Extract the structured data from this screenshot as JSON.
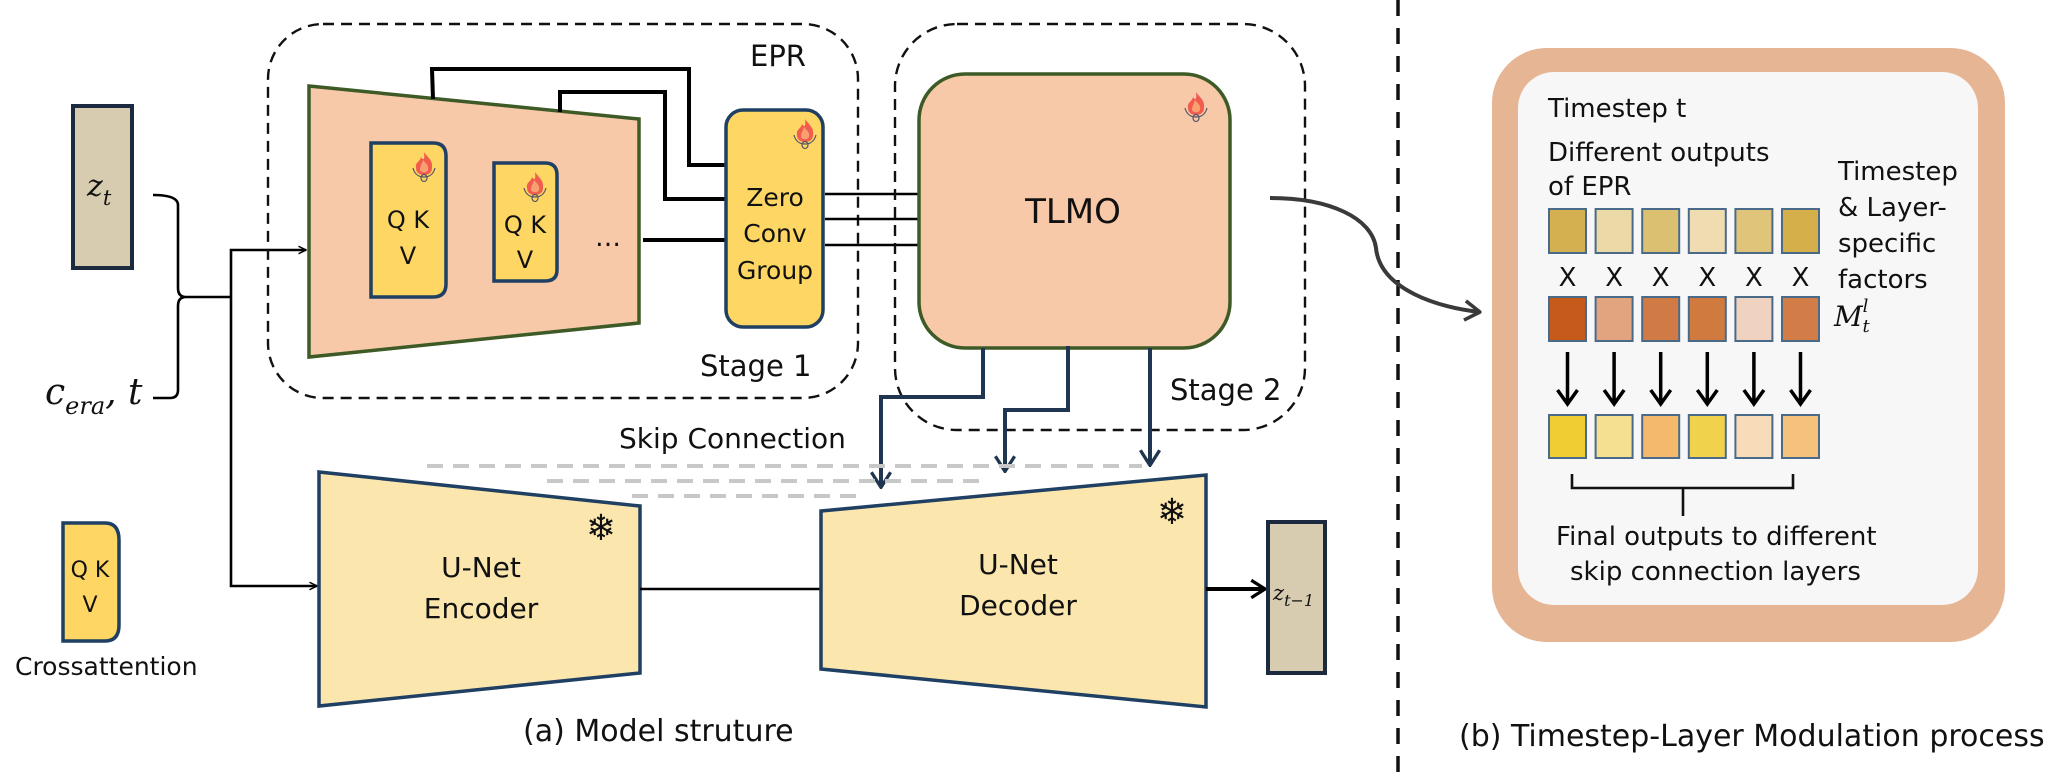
{
  "colors": {
    "epr_fill": "#f7c9a9",
    "epr_stroke": "#3e5a26",
    "qkv_fill": "#fdd663",
    "qkv_stroke": "#1f3f63",
    "latent_fill": "#d8ccb0",
    "latent_stroke": "#1b2a3e",
    "unet_fill": "#fbe6ae",
    "unet_stroke": "#1f3f63",
    "panel_outer": "#e6b594",
    "panel_inner": "#f7f7f7",
    "flame": "#f15c4f"
  },
  "inputs": {
    "zt": "z",
    "zt_sub": "t",
    "cera": "c",
    "cera_sub": "era",
    "cera_suffix": ", t"
  },
  "stage1": {
    "label": "Stage 1",
    "epr_label": "EPR",
    "qkv_large": {
      "line1": "Q K",
      "line2": "V"
    },
    "qkv_small": {
      "line1": "Q K",
      "line2": "V"
    },
    "ellipsis": "…",
    "zero_conv": {
      "line1": "Zero",
      "line2": "Conv",
      "line3": "Group"
    }
  },
  "stage2": {
    "label": "Stage 2",
    "tlmo_label": "TLMO"
  },
  "skip_connection_label": "Skip Connection",
  "unet": {
    "encoder": {
      "line1": "U-Net",
      "line2": "Encoder"
    },
    "decoder": {
      "line1": "U-Net",
      "line2": "Decoder"
    },
    "frozen_icon": "❄"
  },
  "output": {
    "z": "z",
    "sub": "t−1"
  },
  "legend": {
    "qkv": {
      "line1": "Q K",
      "line2": "V"
    },
    "label": "Crossattention"
  },
  "captions": {
    "a": "(a) Model struture",
    "b": "(b) Timestep-Layer Modulation process"
  },
  "modulation": {
    "title": "Timestep t",
    "epr_outputs_line1": "Different outputs",
    "epr_outputs_line2": "of EPR",
    "factors_lines": [
      "Timestep",
      "& Layer-",
      "specific",
      "factors"
    ],
    "factor_symbol": "M",
    "factor_sup": "l",
    "factor_sub": "t",
    "multiply_symbol": "X",
    "epr_output_colors": [
      "#d4b050",
      "#ecd9a8",
      "#dcc072",
      "#efdcb0",
      "#dfc47a",
      "#d5af4a"
    ],
    "factor_colors": [
      "#c65a1a",
      "#e1a47f",
      "#d07a45",
      "#d07a40",
      "#f0d2c0",
      "#d27c48"
    ],
    "final_colors": [
      "#f0cd32",
      "#f5e092",
      "#f4b96c",
      "#f0d24c",
      "#f8dbb8",
      "#f5c27e"
    ],
    "final_label_line1": "Final outputs to different",
    "final_label_line2": "skip connection layers"
  }
}
